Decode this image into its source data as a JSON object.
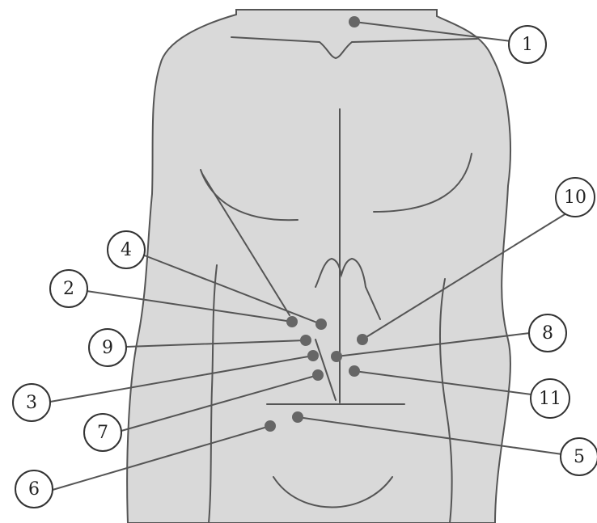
{
  "diagram": {
    "callouts": [
      {
        "id": "1",
        "label": "1"
      },
      {
        "id": "2",
        "label": "2"
      },
      {
        "id": "3",
        "label": "3"
      },
      {
        "id": "4",
        "label": "4"
      },
      {
        "id": "5",
        "label": "5"
      },
      {
        "id": "6",
        "label": "6"
      },
      {
        "id": "7",
        "label": "7"
      },
      {
        "id": "8",
        "label": "8"
      },
      {
        "id": "9",
        "label": "9"
      },
      {
        "id": "10",
        "label": "10"
      },
      {
        "id": "11",
        "label": "11"
      }
    ],
    "colors": {
      "body_fill": "#d9d9d9",
      "outline": "#555555",
      "point": "#666666"
    }
  }
}
